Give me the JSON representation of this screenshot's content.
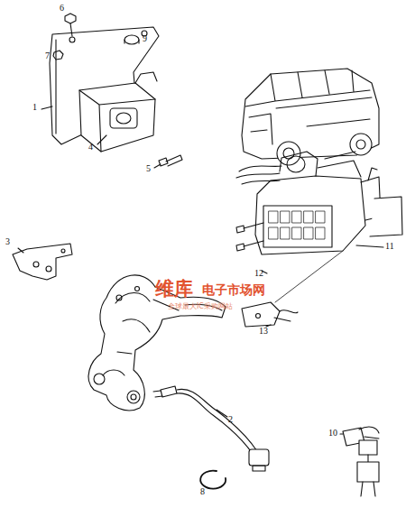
{
  "diagram": {
    "labels": [
      "6",
      "7",
      "9",
      "1",
      "4",
      "5",
      "3",
      "11",
      "12",
      "13",
      "2",
      "10",
      "8",
      "维库",
      "电子市场网",
      "全球最大IC采购网站"
    ]
  }
}
